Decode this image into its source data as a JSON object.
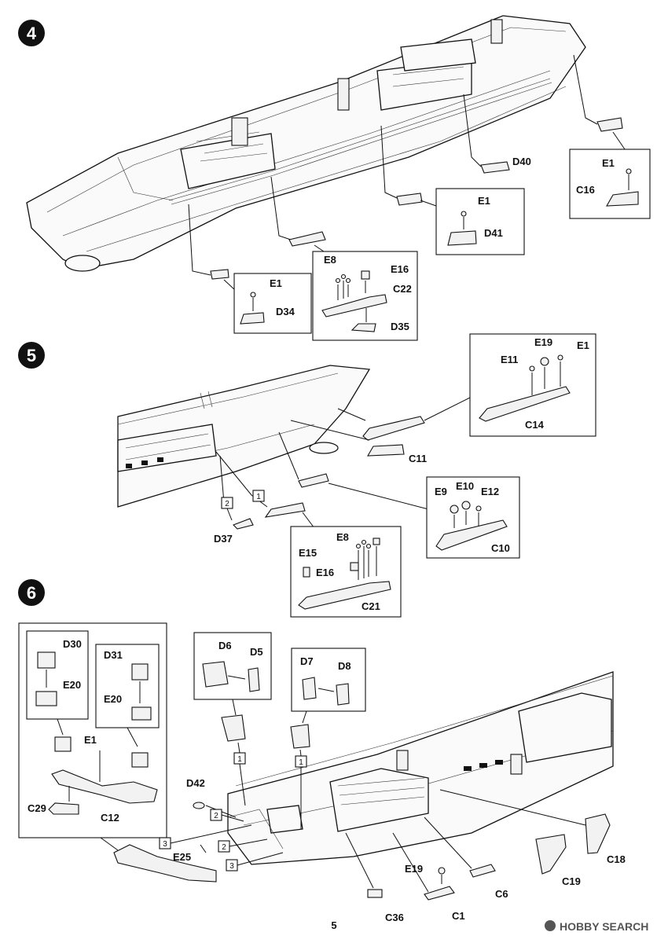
{
  "steps": [
    {
      "number": "4",
      "parts": {
        "d40": "D40",
        "e1_c16": "E1",
        "c16": "C16",
        "e1_d41": "E1",
        "d41": "D41",
        "e1_d34": "E1",
        "d34": "D34",
        "e8": "E8",
        "e16": "E16",
        "c22": "C22",
        "d35": "D35"
      }
    },
    {
      "number": "5",
      "parts": {
        "e19": "E19",
        "e11": "E11",
        "e1": "E1",
        "c14": "C14",
        "c11": "C11",
        "e9": "E9",
        "e10": "E10",
        "e12": "E12",
        "c10": "C10",
        "e8": "E8",
        "e15": "E15",
        "e16": "E16",
        "c21": "C21",
        "d37": "D37"
      },
      "callouts": [
        "1",
        "2"
      ]
    },
    {
      "number": "6",
      "parts": {
        "d30": "D30",
        "e20_a": "E20",
        "d31": "D31",
        "e20_b": "E20",
        "e1": "E1",
        "c29": "C29",
        "c12": "C12",
        "d6": "D6",
        "d5": "D5",
        "d7": "D7",
        "d8": "D8",
        "d42": "D42",
        "e25": "E25",
        "e19": "E19",
        "c6": "C6",
        "c36": "C36",
        "c1": "C1",
        "c19": "C19",
        "c18": "C18"
      },
      "callouts": [
        "1",
        "1",
        "2",
        "2",
        "3",
        "3"
      ]
    }
  ],
  "page_number": "5",
  "watermark": "HOBBY SEARCH",
  "colors": {
    "ink": "#111111",
    "paper": "#ffffff",
    "fill": "#f2f2f2"
  }
}
